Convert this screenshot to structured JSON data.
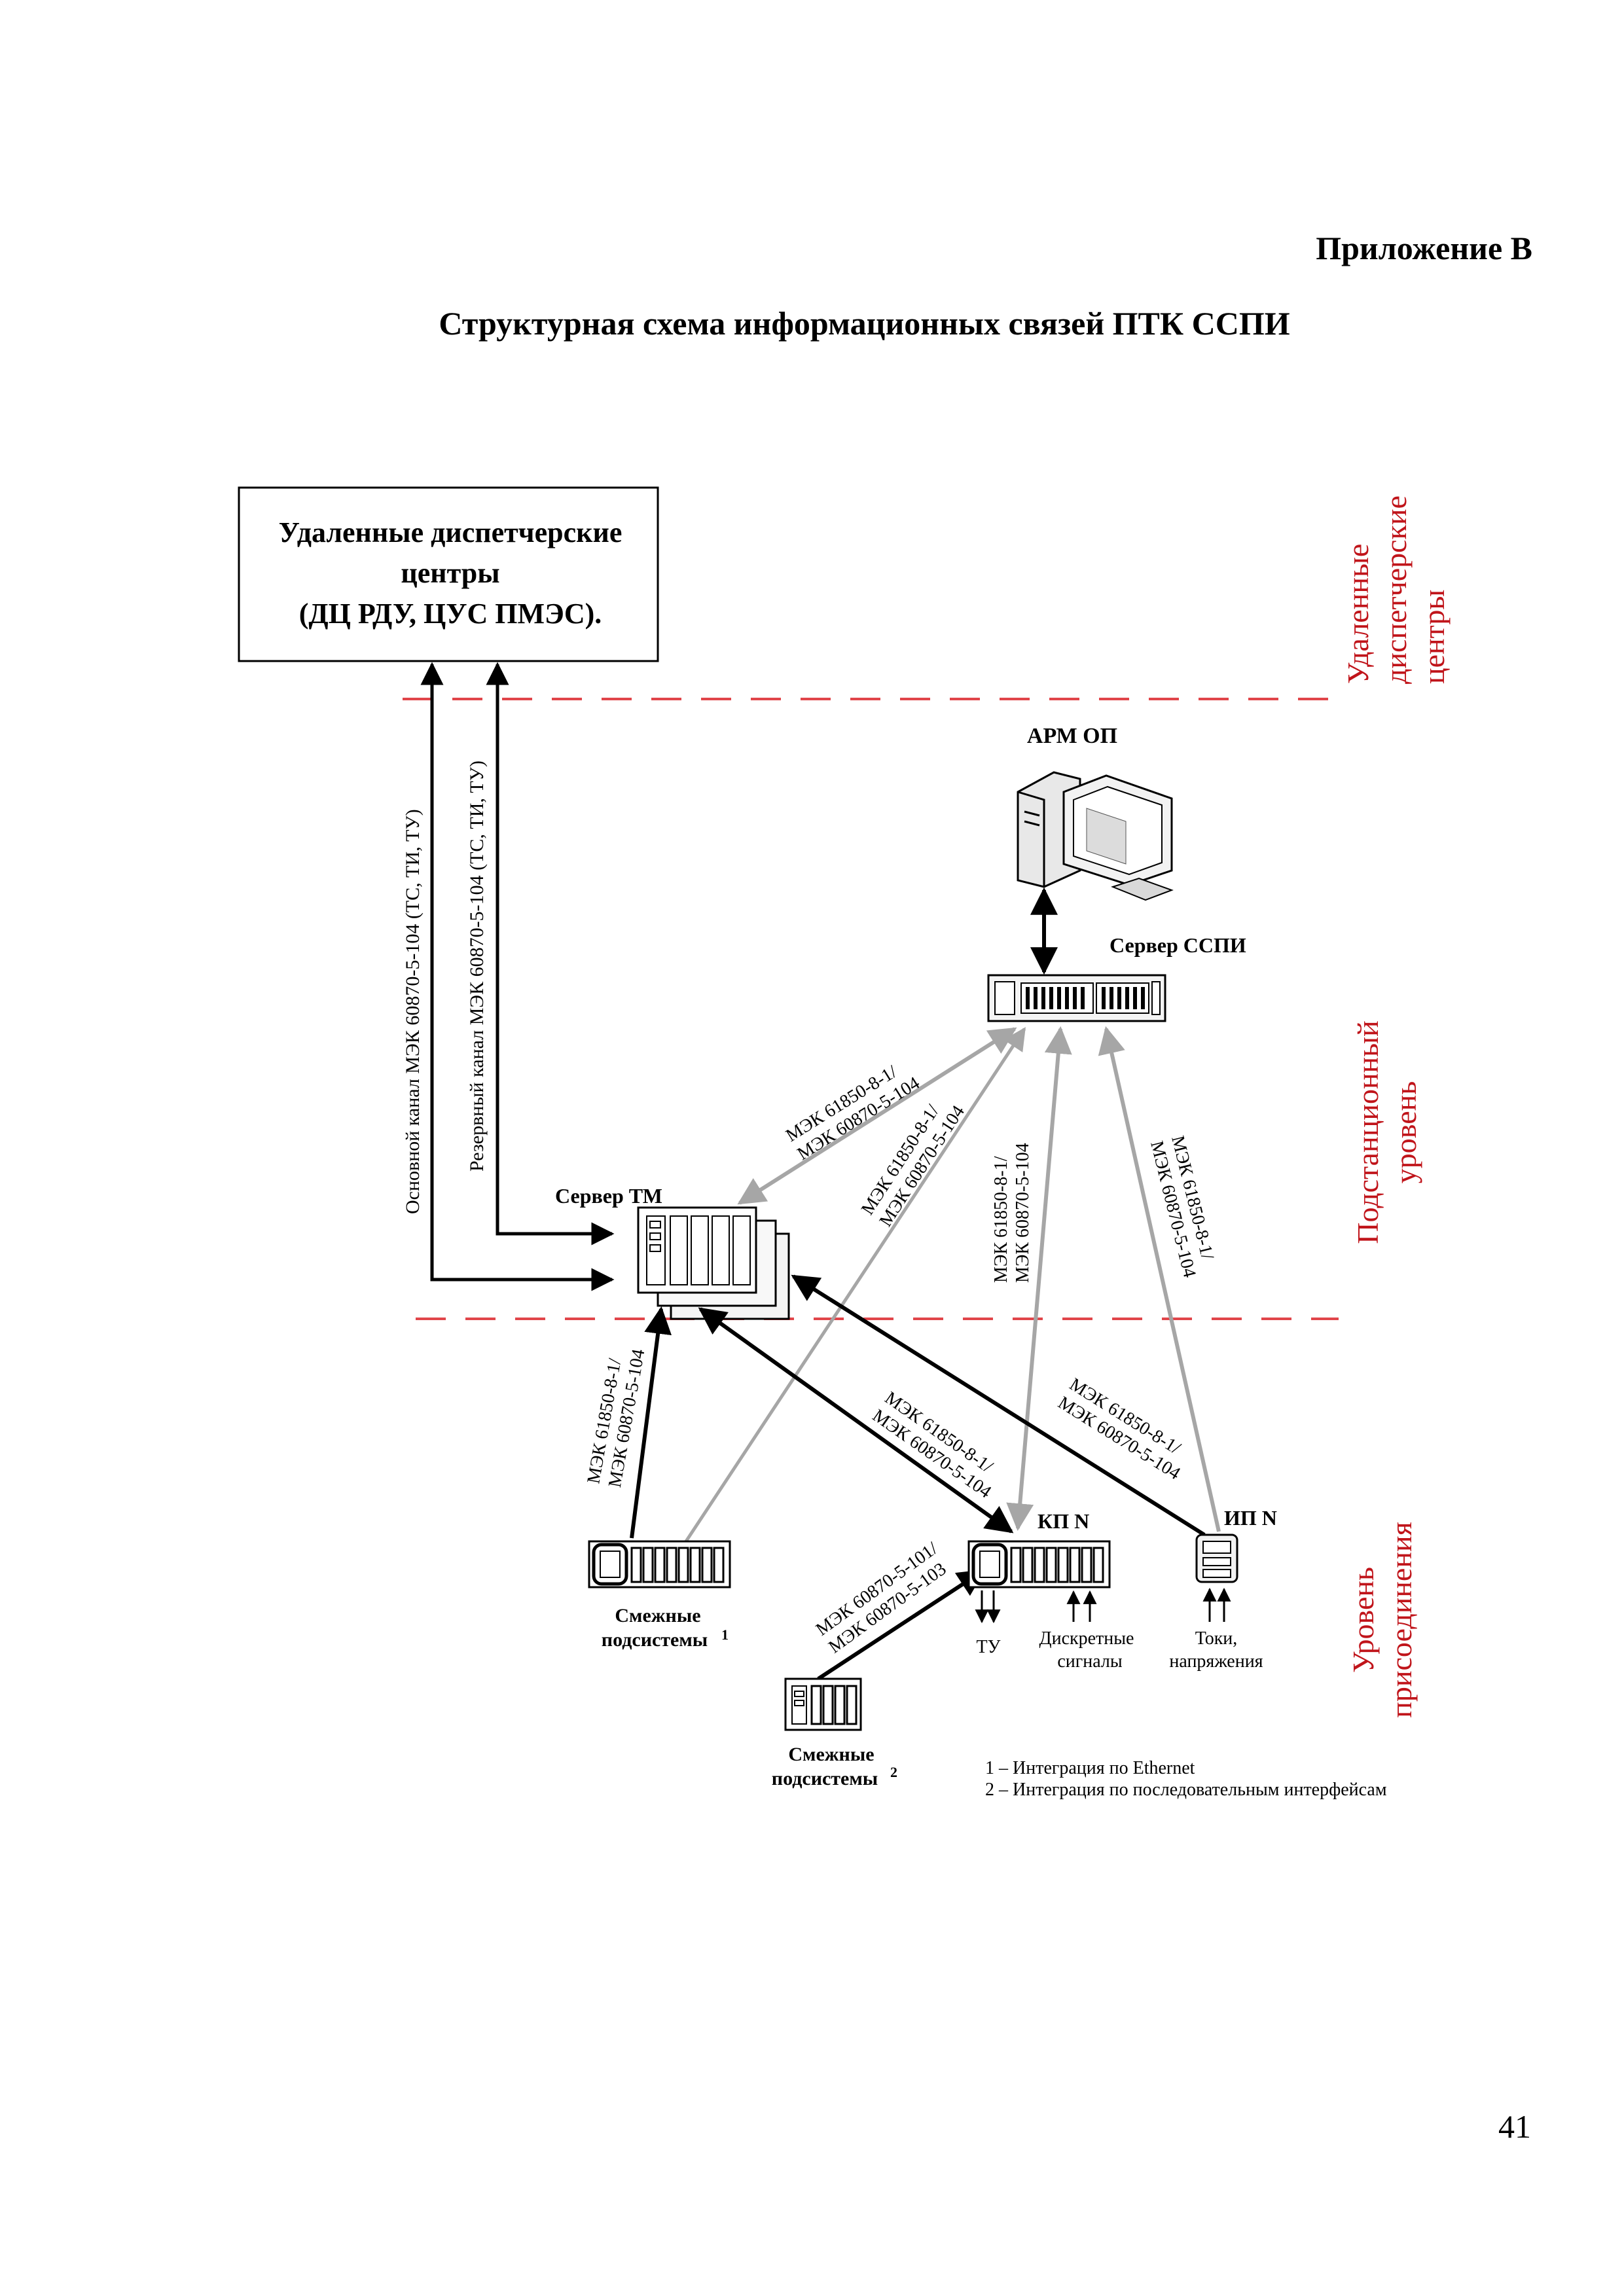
{
  "header": {
    "appendix": "Приложение В",
    "title": "Структурная схема информационных связей ПТК ССПИ"
  },
  "page_number": "41",
  "levels": {
    "remote": [
      "Удаленные",
      "диспетчерские",
      "центры"
    ],
    "substation": [
      "Подстанционный",
      "уровень"
    ],
    "connection": [
      "Уровень",
      "присоединения"
    ]
  },
  "remote_centers_box": [
    "Удаленные диспетчерские",
    "центры",
    "(ДЦ РДУ, ЦУС ПМЭС)."
  ],
  "nodes": {
    "arm_op": "АРМ ОП",
    "server_sspi": "Сервер ССПИ",
    "server_tm": "Сервер ТМ",
    "kp": "КП N",
    "ip": "ИП N",
    "adjacent_1": [
      "Смежные",
      "подсистемы"
    ],
    "adjacent_1_sup": "1",
    "adjacent_2": [
      "Смежные",
      "подсистемы"
    ],
    "adjacent_2_sup": "2"
  },
  "channels": {
    "main": "Основной канал МЭК 60870-5-104 (ТС, ТИ, ТУ)",
    "reserve": "Резервный канал МЭК 60870-5-104 (ТС, ТИ, ТУ)"
  },
  "protocols": {
    "p_104": [
      "МЭК 61850-8-1/",
      "МЭК 60870-5-104"
    ],
    "p_serial": [
      "МЭК 60870-5-101/",
      "МЭК 60870-5-103"
    ]
  },
  "io_labels": {
    "tu": "ТУ",
    "discrete": [
      "Дискретные",
      "сигналы"
    ],
    "currents": [
      "Токи,",
      "напряжения"
    ]
  },
  "legend": {
    "item1": "1 – Интеграция по Ethernet",
    "item2": "2 – Интеграция по последовательным интерфейсам"
  },
  "colors": {
    "level_text": "#c0141a",
    "dashed_line": "#e0454a",
    "gray_link": "#a6a6a6",
    "black_link": "#000000"
  }
}
